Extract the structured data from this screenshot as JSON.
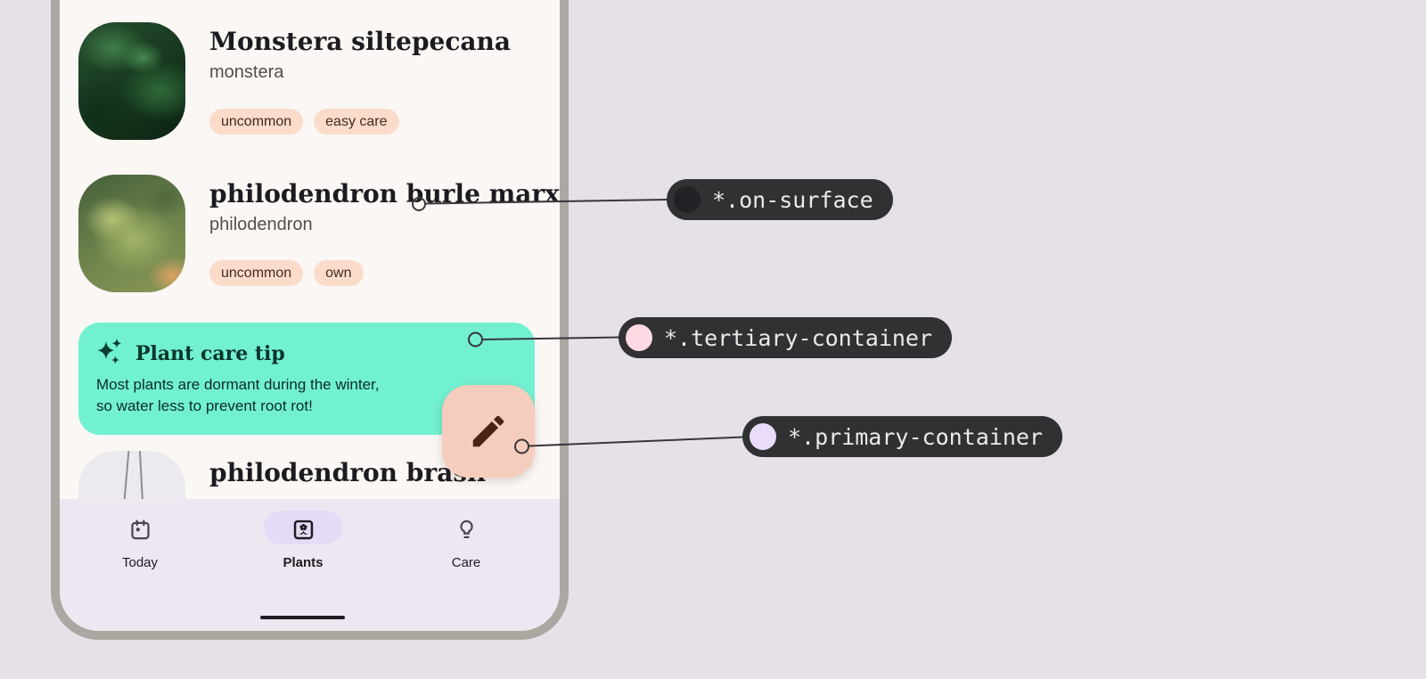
{
  "colors": {
    "page_bg": "#E6E1E9",
    "phone_frame": "#ABA8A2",
    "surface": "#FBF7F4",
    "on_surface": "#1D1B20",
    "tag_bg": "#FBDCCB",
    "tip_card_bg": "#72F1D1",
    "fab_bg": "#F5CDBC",
    "nav_bg": "#EDE7F2",
    "nav_active_pill": "#E6DBF6",
    "anno_pill_bg": "#313033"
  },
  "phone": {
    "plants": [
      {
        "name": "Monstera siltepecana",
        "species": "monstera",
        "tags": [
          "uncommon",
          "easy care"
        ]
      },
      {
        "name": "philodendron burle marx",
        "species": "philodendron",
        "tags": [
          "uncommon",
          "own"
        ]
      },
      {
        "name": "philodendron brasil"
      }
    ],
    "tip_card": {
      "title": "Plant care tip",
      "line1": "Most plants are dormant during the winter,",
      "line2": "so water less to prevent root rot!"
    },
    "nav": [
      {
        "label": "Today",
        "icon": "calendar-icon",
        "active": false
      },
      {
        "label": "Plants",
        "icon": "potted-plant-icon",
        "active": true
      },
      {
        "label": "Care",
        "icon": "lightbulb-icon",
        "active": false
      }
    ]
  },
  "annotations": [
    {
      "token": "*.on-surface",
      "swatch": "#232126"
    },
    {
      "token": "*.tertiary-container",
      "swatch": "#FFD9E3"
    },
    {
      "token": "*.primary-container",
      "swatch": "#E9DDFB"
    }
  ]
}
